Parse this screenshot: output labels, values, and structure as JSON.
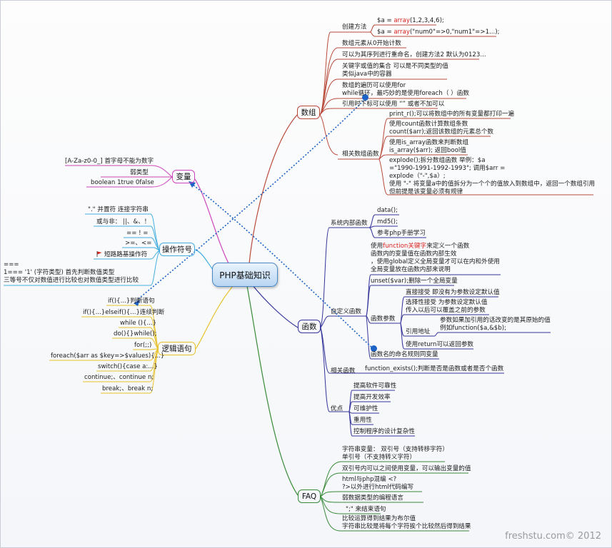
{
  "center": "PHP基础知识",
  "branches": {
    "array": "数组",
    "function": "函数",
    "faq": "FAQ",
    "variable": "变量",
    "operator": "操作符号",
    "logic": "逻辑语句"
  },
  "array": {
    "create_label": "创建方法",
    "create_1": {
      "pre": "$a = ",
      "kw": "array",
      "post": "(1,2,3,4,6);"
    },
    "create_2": {
      "pre": "$a = ",
      "kw": "array",
      "post": "(\"num0\"=>0,\"num1\"=>1...);"
    },
    "i1": "数组元素从0开始计数",
    "i2": "可以为其序列进行重命名，创建方法2 默认为0123...",
    "i3a": "关键字或值的集合 可以是不同类型的值",
    "i3b": "类似java中的容器",
    "i4a": "数组的遍历可以使用for",
    "i4b": "while循环，最巧妙的是使用foreach（ ）函数",
    "i5": "引用时下标可以使用 “” 或者不加可以",
    "related": "相关数组函数",
    "r1": "print_r();可以将数组中的所有变量都打印一遍",
    "r2a": "使用count函数计算数组条数",
    "r2b": "count($arr);返回该数组的元素总个数",
    "r3a": "使用is_array函数来判断数组",
    "r3b": "is_array($arr); 返回bool值",
    "r4a": "explode();拆分数组函数 举例：$a",
    "r4b": "=\"1990-1991-1992-1993\"; 调用$arr =",
    "r4c": "explode（\"-\",$a）;",
    "r4d": "使用 \"-\" 将变量a中的值拆分为一个个的值放入到数组中，返回一个数组引用",
    "r4e": "但前提是该变量必须有规律"
  },
  "function": {
    "builtin": "系统内部函数",
    "b1": "data();",
    "b2": "md5();",
    "b3": "参考php手册学习",
    "custom": "自定义函数",
    "c1_pre": "使用",
    "c1_kw": "function关键字",
    "c1_post": "来定义一个函数",
    "c2": "函数内的变量值在函数内部生效",
    "c3": "，使用global定义全局变量才可以在内和外使用",
    "c4": "全局变量放在函数内部来说明",
    "unset": "unset($var);删除一个全局变量",
    "params": "函数参数",
    "p1": "直接接受 即没有为参数设定默认值",
    "p2a": "选择性接受 为参数设定默认值",
    "p2b": "传入以后可以覆盖之前的参数",
    "ref": "引用地址",
    "ref1a": "参数如果加引用的话改变的是其原始的值",
    "ref1b": "例如function($a,&$b);",
    "ret": "使用return可以返回参数",
    "naming": "函数名的命名规则同变量",
    "related": "相关函数",
    "rel1": "function_exists();判断是否是函数或者是否个函数",
    "adv": "优点",
    "a1": "提高软件可靠性",
    "a2": "提高开发效率",
    "a3": "可维护性",
    "a4": "重用性",
    "a5": "控制程序的设计复杂性"
  },
  "faq": {
    "f1a": "字符串变量： 双引号（支持转移字符）",
    "f1b": "单引号（不支持转义字符）",
    "f2": "双引号内可以之间使用变量，可以输出变量的值",
    "f3a": "html与php混编 <?",
    "f3b": "?>以外进行html代码编写",
    "f4": "弱数据类型的编程语言",
    "f5": "\";\" 来结束语句",
    "f6a": "比较运算得到结果为布尔值",
    "f6b": "字符串比较是将每个字符挨个比较然后得到结果"
  },
  "variable": {
    "v1": "[A-Za-z0-0_] 首字母不能为数字",
    "v2": "弱类型",
    "v3": "boolean 1true 0false"
  },
  "operator": {
    "o1": "\".\" 并置符 连接字符串",
    "o2": "或与非： ||、&、！",
    "o3": "==  ! =",
    "o4": ">=、<=",
    "o5": "短路路基操作符",
    "o6a": "===",
    "o6b": "1===  '1'  (字符类型) 首先判断数值类型",
    "o6c": "三等号不仅对数值进行比较也对数值类型进行比较"
  },
  "logic": {
    "l1": "if(){...}判断语句",
    "l2": "if(){...}elseif(){...}连续判断",
    "l3": "while (){...}",
    "l4": "do(){}while();",
    "l5": "for(;;)",
    "l6": "foreach($arr as $key=>$values){...}",
    "l7": "switch(){case a:...}",
    "l8": "continue;、continue n;",
    "l9": "break;、break n;"
  },
  "watermark": "freshstu.com© 2012",
  "colors": {
    "array": "#b84a3a",
    "function": "#34349a",
    "faq": "#3a8a3a",
    "variable": "#cc44bb",
    "operator": "#45aee0",
    "logic": "#e8c22e",
    "link": "#1d62c6",
    "keyword": "#d8201a"
  }
}
